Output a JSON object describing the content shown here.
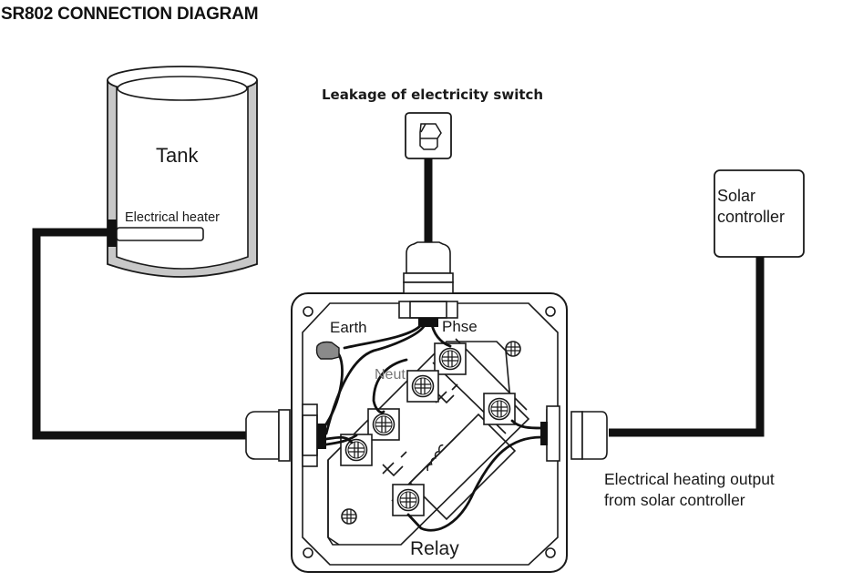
{
  "title": "SR802 CONNECTION DIAGRAM",
  "labels": {
    "tank": "Tank",
    "heater": "Electrical heater",
    "leakage_switch": "Leakage of electricity switch",
    "solar_line1": "Solar",
    "solar_line2": "controller",
    "earth": "Earth",
    "phase": "Phse",
    "neutral": "Neut",
    "relay": "Relay",
    "output_line1": "Electrical heating output",
    "output_line2": "from solar controller"
  },
  "colors": {
    "line": "#1a1a1a",
    "tank_wall": "#c8c8c8",
    "earth_terminal": "#8a8a8a",
    "background": "#ffffff"
  },
  "icons": {
    "switch": "leakage-switch-icon",
    "screw": "screw-terminal-icon",
    "coil": "relay-coil-icon"
  }
}
